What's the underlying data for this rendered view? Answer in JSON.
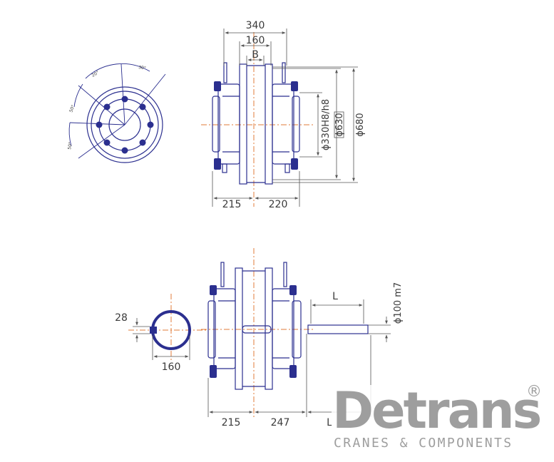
{
  "colors": {
    "part": "#2b2f8f",
    "dimension": "#555555",
    "centerline": "#e07b39",
    "logo": "#9e9e9e"
  },
  "top_view": {
    "dims": {
      "overall_width": "340",
      "inner_width": "160",
      "gap": "B",
      "left_offset": "215",
      "right_offset": "220",
      "bore_diameter": "ϕ330H8/h8",
      "flange_diameter": "ϕ630",
      "outer_diameter": "ϕ680"
    }
  },
  "flange_view": {
    "angles": [
      "30°",
      "20°",
      "50°",
      "50°"
    ]
  },
  "bottom_view": {
    "dims": {
      "shaft_length": "L",
      "shaft_diameter": "ϕ100 m7",
      "key_width": "28",
      "pipe_width": "160",
      "left_offset": "215",
      "right_offset": "247",
      "right_extension": "L"
    }
  },
  "logo": {
    "brand": "Detrans",
    "registered": "®",
    "tagline": "CRANES & COMPONENTS"
  }
}
